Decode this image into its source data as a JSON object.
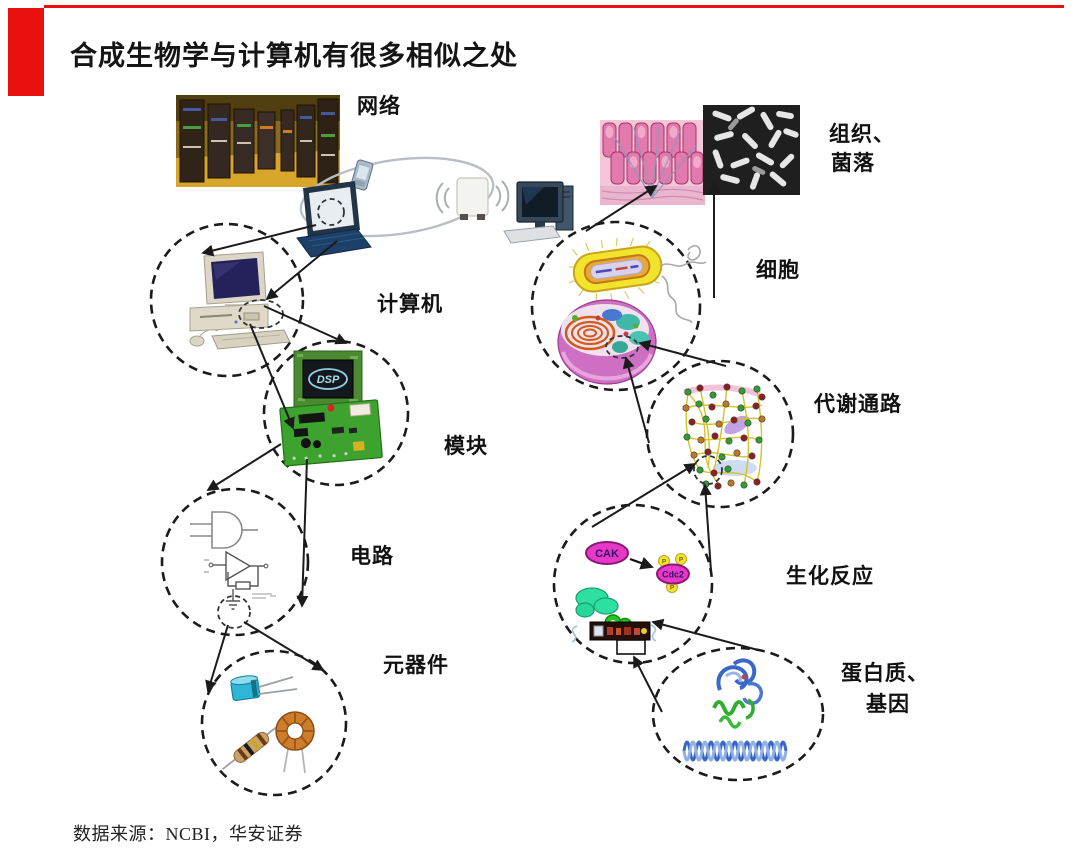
{
  "page": {
    "title": "合成生物学与计算机有很多相似之处",
    "source_note": "数据来源：NCBI，华安证券",
    "accent_color": "#ea1010"
  },
  "computer_hierarchy": {
    "network_label": "网络",
    "computer_label": "计算机",
    "module_label": "模块",
    "circuit_label": "电路",
    "component_label": "元器件"
  },
  "biology_hierarchy": {
    "tissue_colony_label_line1": "组织、",
    "tissue_colony_label_line2": "菌落",
    "cell_label": "细胞",
    "pathway_label": "代谢通路",
    "reaction_label": "生化反应",
    "protein_gene_label_line1": "蛋白质、",
    "protein_gene_label_line2": "基因"
  },
  "figure_texts": {
    "dsp_chip": "DSP",
    "cak_enzyme": "CAK",
    "cdc2_protein": "Cdc2",
    "phosphate": "P"
  }
}
